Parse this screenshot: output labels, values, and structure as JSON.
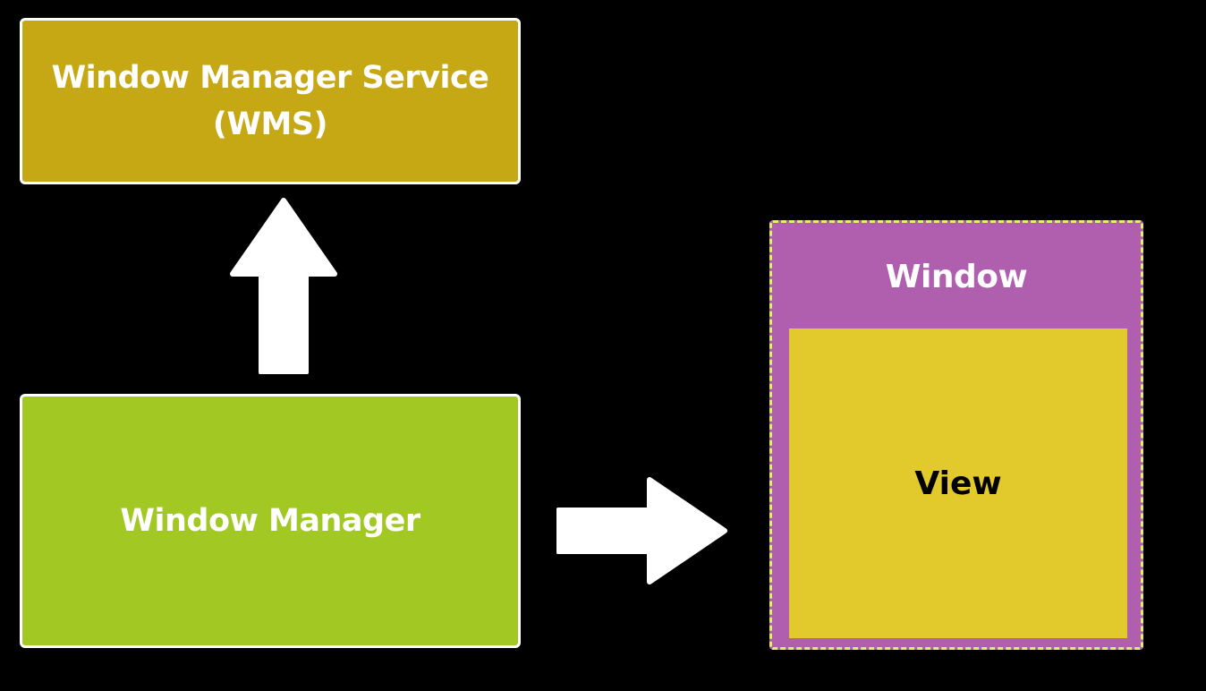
{
  "nodes": {
    "wms": {
      "line1": "Window Manager Service",
      "line2": "(WMS)"
    },
    "window_manager": {
      "label": "Window Manager"
    },
    "window": {
      "label": "Window"
    },
    "view": {
      "label": "View"
    }
  },
  "colors": {
    "background": "#000000",
    "wms_fill": "#c6a814",
    "window_manager_fill": "#a2c824",
    "window_fill": "#b05eae",
    "window_border": "#dff06a",
    "view_fill": "#e2c92c",
    "arrow": "#ffffff",
    "box_border": "#ffffff"
  },
  "edges": [
    {
      "from": "window_manager",
      "to": "wms",
      "direction": "up"
    },
    {
      "from": "window_manager",
      "to": "window",
      "direction": "right"
    }
  ]
}
